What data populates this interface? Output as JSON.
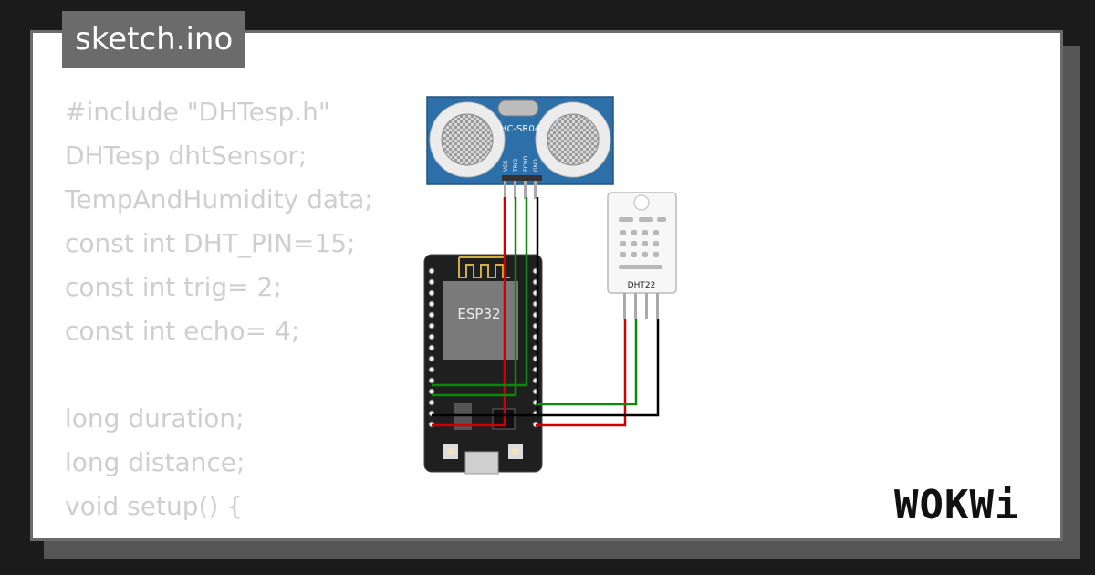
{
  "file_tab": {
    "label": "sketch.ino"
  },
  "code": {
    "lines": [
      "#include \"DHTesp.h\"",
      "",
      "DHTesp dhtSensor;",
      "TempAndHumidity data;",
      "const int DHT_PIN=15;",
      "const int trig= 2;",
      "const int echo= 4;",
      "",
      "long duration;",
      "long distance;",
      "void setup() {"
    ]
  },
  "components": {
    "ultrasonic": {
      "label": "HC-SR04",
      "pins": [
        "VCC",
        "TRIG",
        "ECHO",
        "GND"
      ]
    },
    "mcu": {
      "label": "ESP32"
    },
    "dht": {
      "label": "DHT22"
    }
  },
  "wire_colors": {
    "power": "#d00000",
    "signal": "#0a8a0a",
    "ground": "#000000"
  },
  "brand": {
    "name": "WOKWi"
  }
}
